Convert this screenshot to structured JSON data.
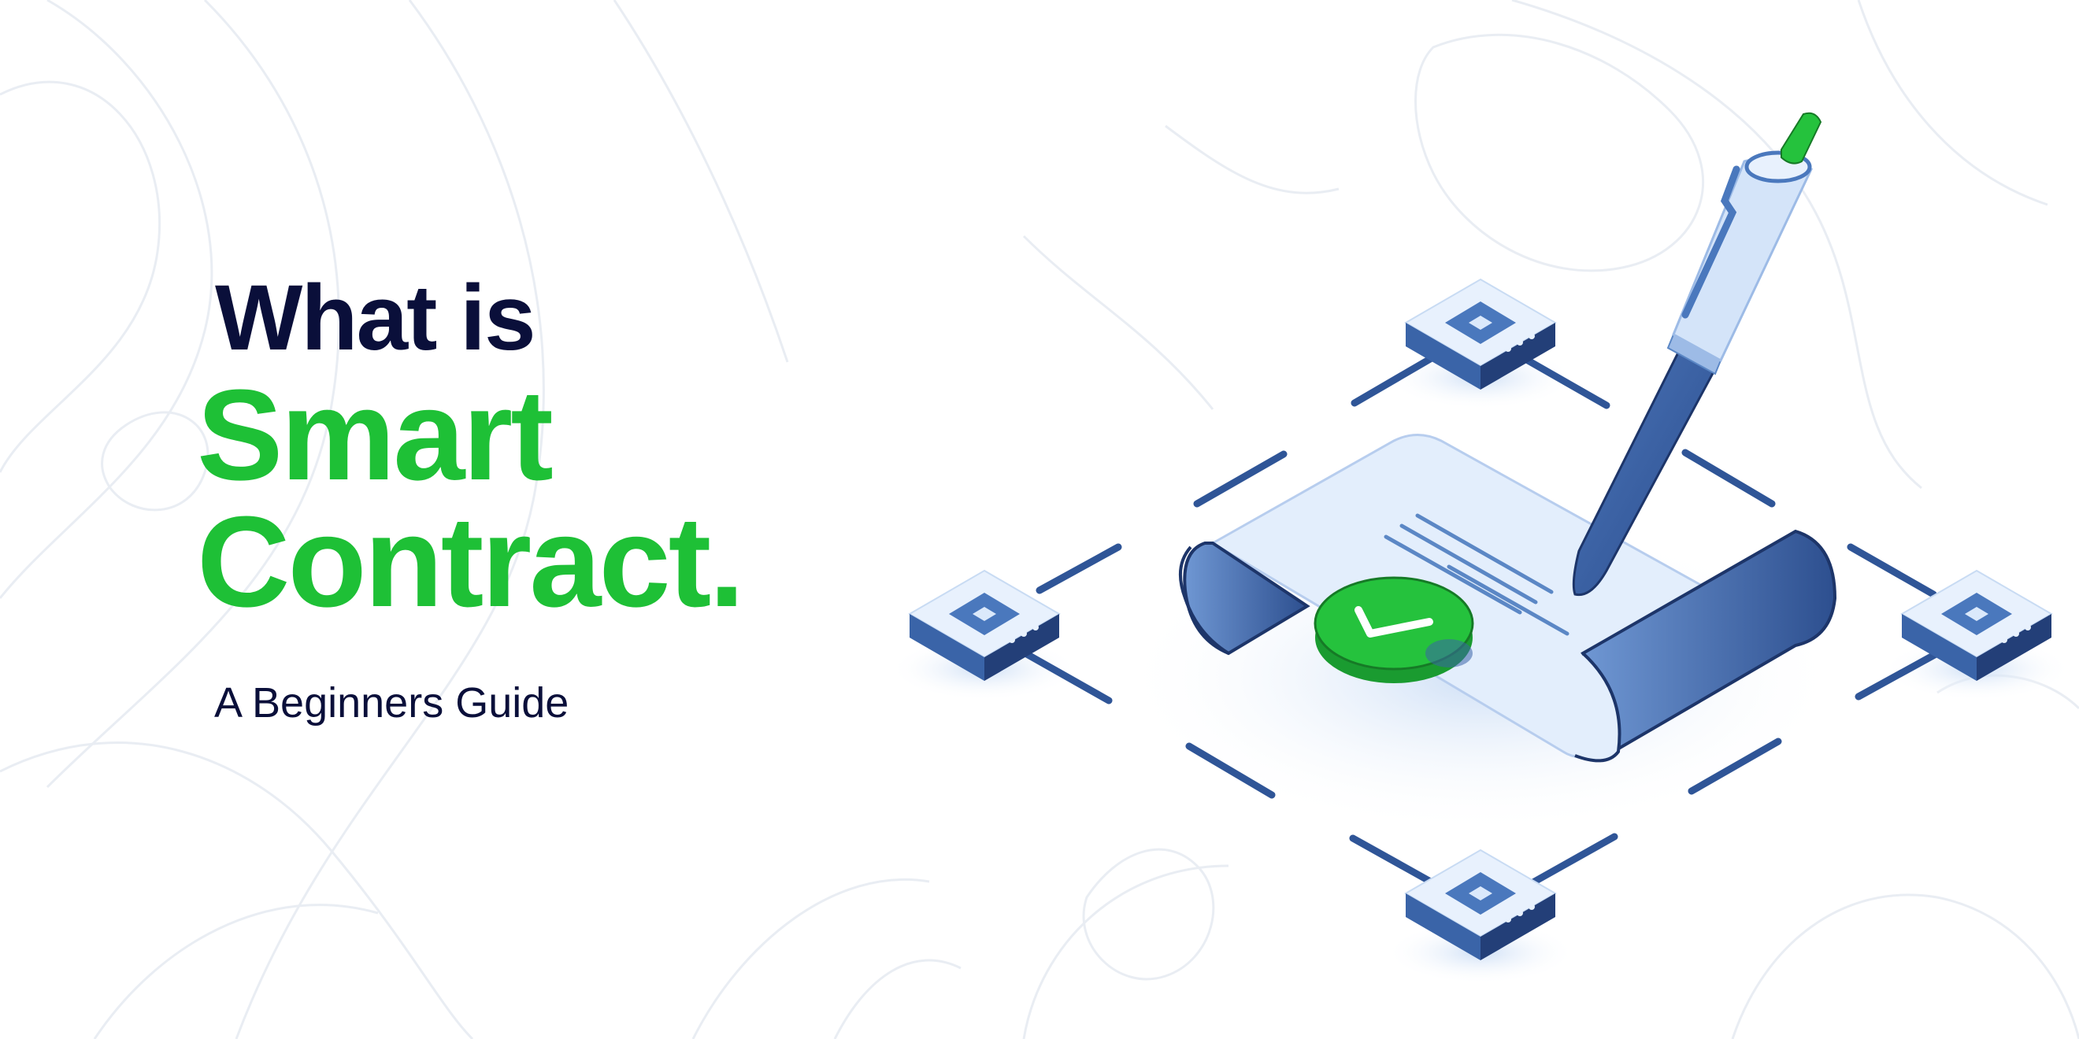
{
  "headline": {
    "line1": "What is",
    "line2": "Smart",
    "line3": "Contract.",
    "subtitle": "A Beginners Guide"
  },
  "colors": {
    "navy": "#0a0f3a",
    "green": "#1ec036",
    "blue_dark": "#2f5597",
    "blue_mid": "#5b87c5",
    "blue_light": "#dbe9fb"
  },
  "icons": [
    "server-node-icon",
    "contract-scroll-icon",
    "checkmark-seal-icon",
    "pen-icon"
  ]
}
